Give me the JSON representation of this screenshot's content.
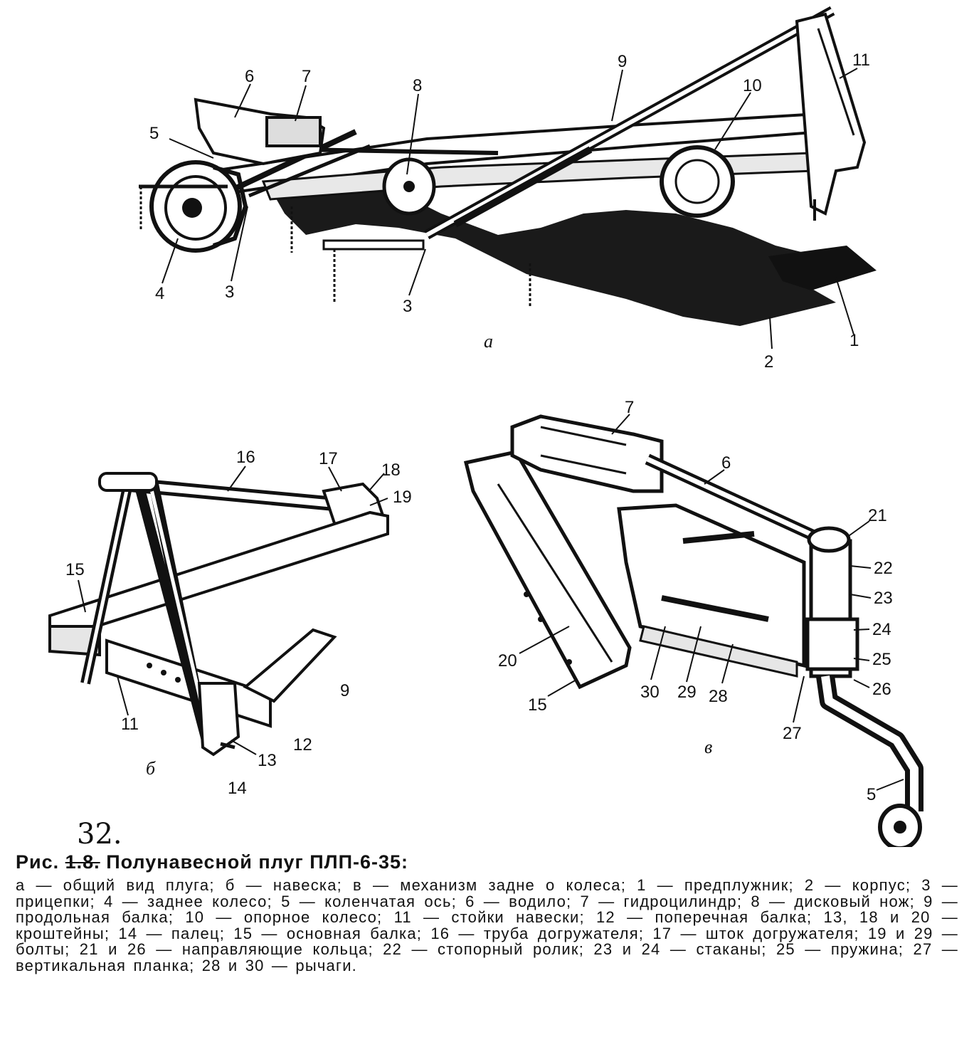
{
  "figure": {
    "handwritten_number": "32.",
    "caption_prefix": "Рис.",
    "caption_struck_number": "1.8.",
    "caption_title": "Полунавесной плуг ПЛП-6-35:",
    "caption_body": "а — общий вид плуга; б — навеска; в — механизм задне о колеса; 1 — предплужник; 2 — корпус; 3 — прицепки; 4 — заднее колесо; 5 — коленчатая ось; 6 — водило; 7 — гидроцилиндр; 8 — дисковый нож; 9 — продольная балка; 10 — опорное колесо; 11 — стойки навески; 12 — поперечная балка; 13, 18 и 20 — кроштейны; 14 — палец; 15 — основная балка; 16 — труба догружателя; 17 — шток догружателя; 19 и 29 — болты; 21 и 26 — направляющие кольца; 22 — стопорный ролик; 23 и 24 — стаканы; 25 — пружина; 27 — вертикальная планка; 28 и 30 — рычаги."
  },
  "views": {
    "a": {
      "letter": "а",
      "callouts": [
        "6",
        "7",
        "8",
        "9",
        "10",
        "11",
        "5",
        "4",
        "3",
        "3",
        "2",
        "1"
      ]
    },
    "b": {
      "letter": "б",
      "callouts": [
        "16",
        "17",
        "18",
        "19",
        "15",
        "9",
        "11",
        "12",
        "13",
        "14"
      ]
    },
    "c": {
      "letter": "в",
      "callouts": [
        "7",
        "6",
        "21",
        "22",
        "23",
        "24",
        "25",
        "26",
        "20",
        "15",
        "30",
        "29",
        "28",
        "27",
        "5"
      ]
    }
  },
  "colors": {
    "ink": "#111111",
    "paper": "#ffffff",
    "shadow": "#1a1a1a"
  }
}
